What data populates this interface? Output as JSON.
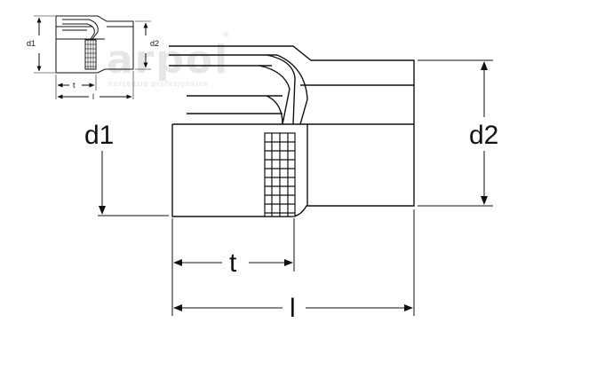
{
  "watermark": {
    "logo_text": "arpol",
    "registered_mark": "®",
    "tagline": "narzędzia profesjonalne"
  },
  "thumbnail": {
    "d1_label": "d1",
    "d2_label": "d2",
    "t_label": "t",
    "l_label": "l"
  },
  "main": {
    "d1_label": "d1",
    "d2_label": "d2",
    "t_label": "t",
    "l_label": "l"
  }
}
